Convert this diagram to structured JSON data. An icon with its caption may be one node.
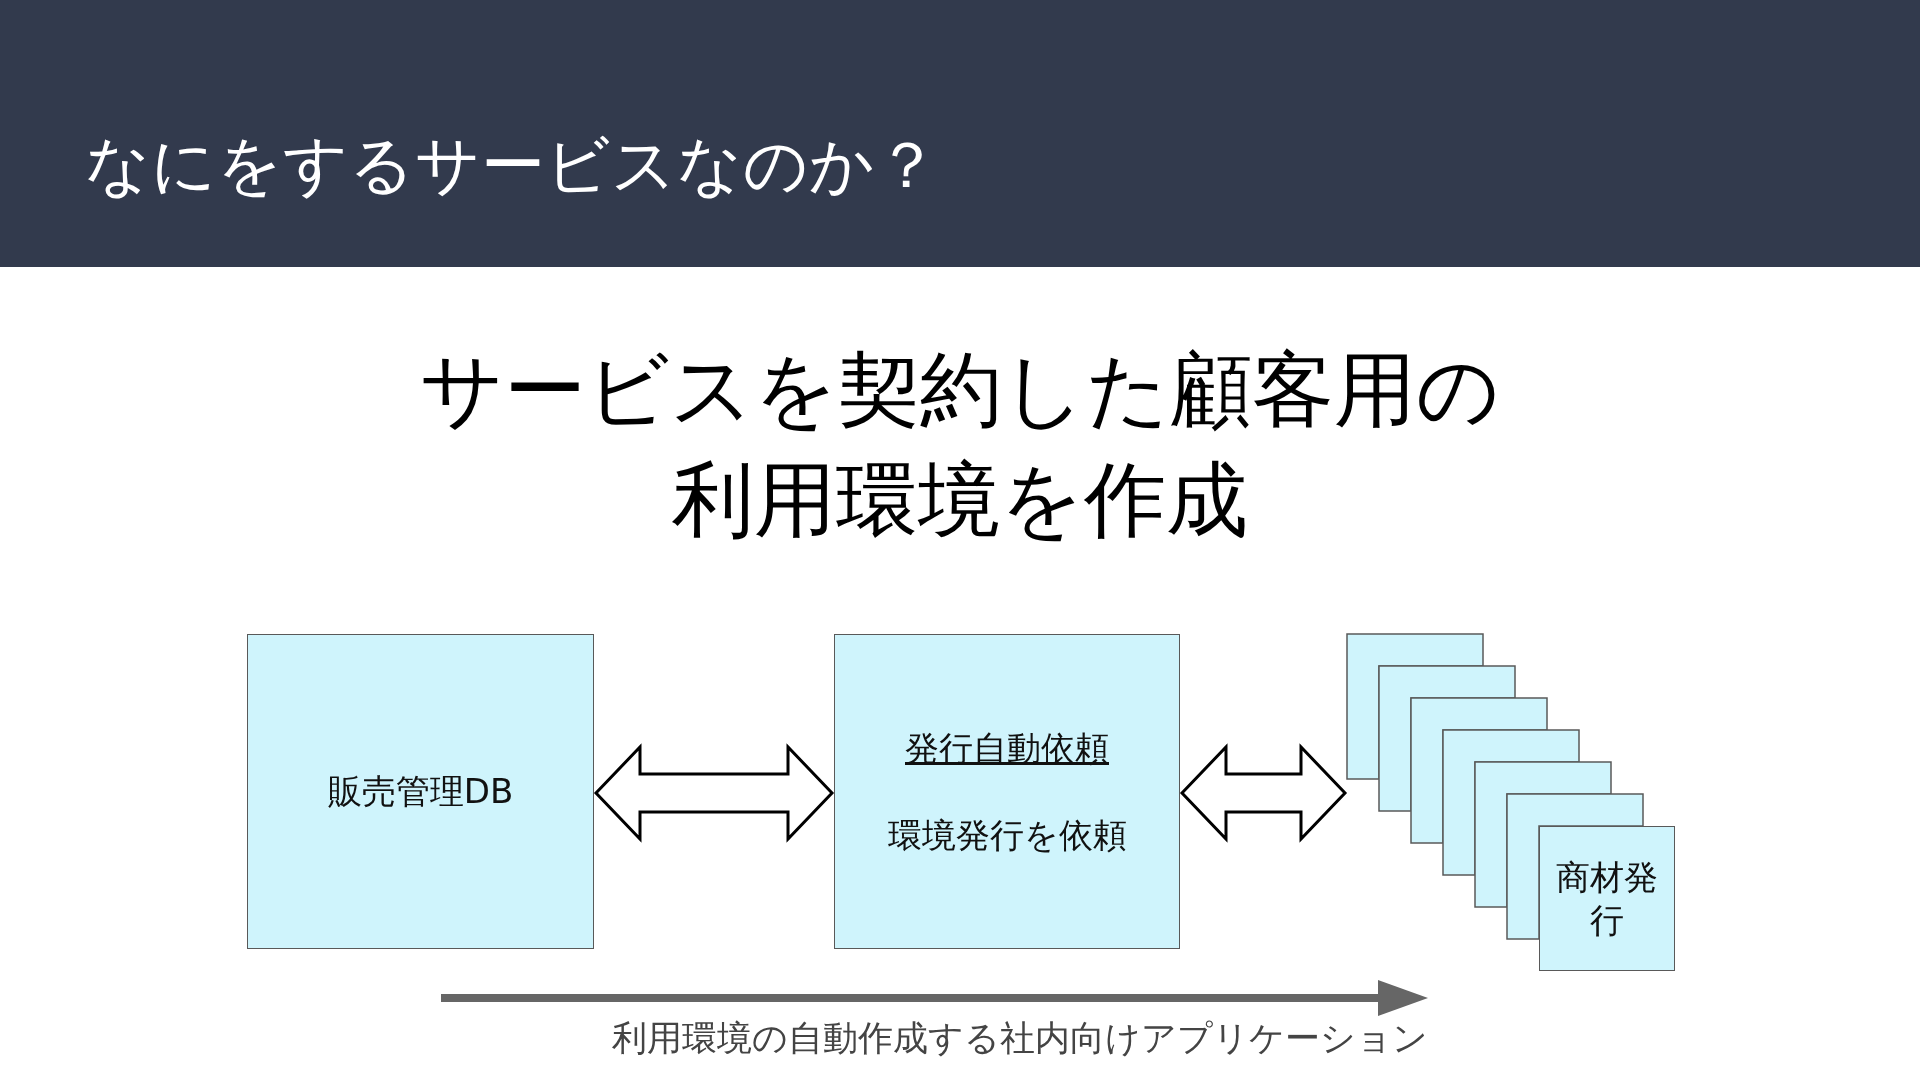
{
  "diagram": {
    "title": "なにをするサービスなのか？",
    "caption": "サービスを契約した顧客用の利用環境を作成",
    "nodes": [
      {
        "text": [
          "販売管理DB"
        ]
      },
      {
        "text": [
          "発行自動依頼",
          "環境発行を依頼"
        ]
      },
      {
        "text": [],
        "shape": "box"
      },
      {
        "text": [],
        "shape": "box"
      },
      {
        "text": [],
        "shape": "box"
      },
      {
        "text": [],
        "shape": "box"
      },
      {
        "text": [],
        "shape": "box"
      },
      {
        "text": [],
        "shape": "box"
      },
      {
        "text": [
          "商材発行"
        ]
      }
    ],
    "edges": [
      {
        "from": 0,
        "to": 1,
        "arrow": "both"
      },
      {
        "from": 1,
        "to": 2,
        "arrow": "both"
      }
    ],
    "labels": [
      "利用環境の自動作成する社内向けアプリケーション"
    ]
  }
}
